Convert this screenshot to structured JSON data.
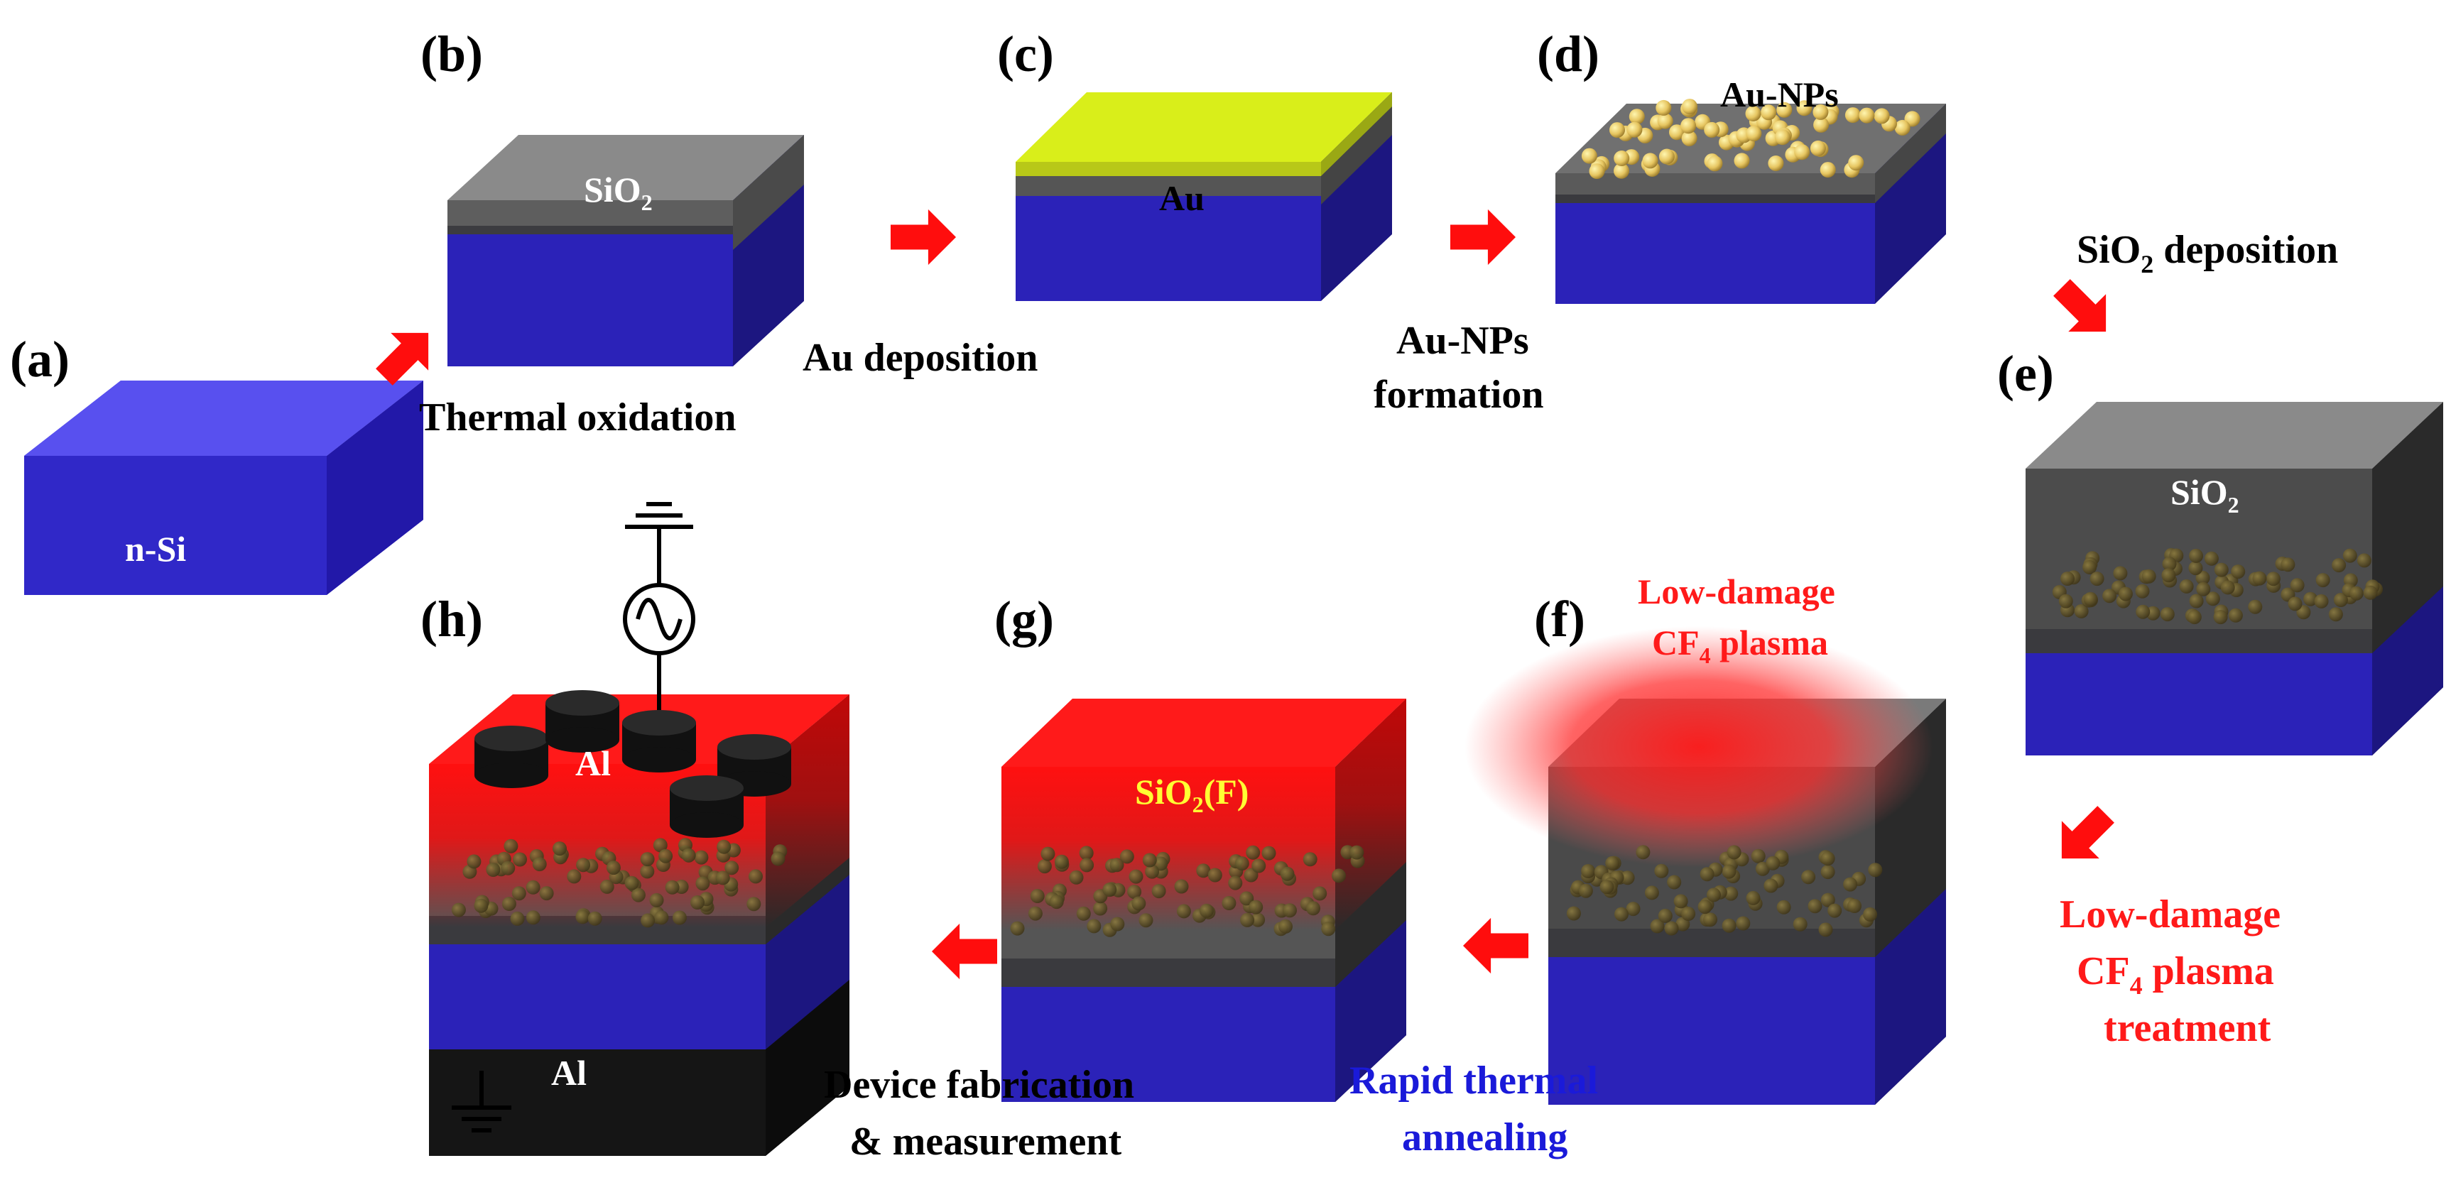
{
  "panels": {
    "a": "(a)",
    "b": "(b)",
    "c": "(c)",
    "d": "(d)",
    "e": "(e)",
    "f": "(f)",
    "g": "(g)",
    "h": "(h)"
  },
  "layers": {
    "n_si": "n-Si",
    "sio2_b_main": "SiO",
    "sio2_b_sub": "2",
    "au": "Au",
    "au_nps_d": "Au-NPs",
    "sio2_e_main": "SiO",
    "sio2_e_sub": "2",
    "sio2f_main": "SiO",
    "sio2f_sub": "2",
    "sio2f_tail": "(F)",
    "al_top": "Al",
    "al_bottom": "Al"
  },
  "steps": {
    "thermal_oxidation": "Thermal oxidation",
    "au_deposition": "Au deposition",
    "au_nps_formation_1": "Au-NPs",
    "au_nps_formation_2": "formation",
    "sio2_dep_main": "SiO",
    "sio2_dep_sub": "2",
    "sio2_dep_tail": " deposition",
    "cf4_treat_1": "Low-damage",
    "cf4_treat_2a": "CF",
    "cf4_treat_2sub": "4",
    "cf4_treat_2b": " plasma",
    "cf4_treat_3": "treatment",
    "plasma_f_1": "Low-damage",
    "plasma_f_2a": "CF",
    "plasma_f_2sub": "4",
    "plasma_f_2b": " plasma",
    "rta_1": "Rapid thermal",
    "rta_2": "annealing",
    "device_1": "Device fabrication",
    "device_2": "& measurement"
  },
  "colors": {
    "arrow": "#ff0d0d",
    "silicon": "#2b22b8",
    "sio2": "#6e6e6e",
    "gold": "#d9ee1a",
    "plasma_red": "#ff1a1a",
    "label_red": "#ff1a1a",
    "label_blue": "#1a1ad9",
    "label_yellow": "#ffff33",
    "aluminum": "#1a1a1a"
  },
  "icons": [
    "right-arrow-icon",
    "ground-icon",
    "ac-source-icon"
  ]
}
